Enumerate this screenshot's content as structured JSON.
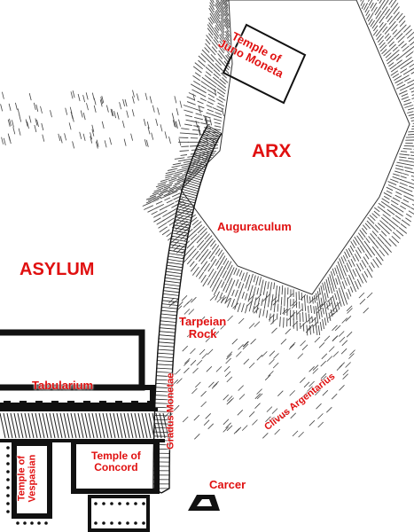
{
  "colors": {
    "label": "#e01010",
    "ink": "#111111",
    "hachure": "#444444",
    "background": "#ffffff"
  },
  "labels": {
    "temple_juno_line1": "Temple of",
    "temple_juno_line2": "Juno Moneta",
    "arx": "ARX",
    "auguraculum": "Auguraculum",
    "asylum": "ASYLUM",
    "tarpeian_line1": "Tarpeian",
    "tarpeian_line2": "Rock",
    "tabularium": "Tabularium",
    "clivus": "Clivus Argentarius",
    "gradus": "Gradus Monetae",
    "temple_concord_line1": "Temple of",
    "temple_concord_line2": "Concord",
    "temple_vespasian_line1": "Temple of",
    "temple_vespasian_line2": "Vespasian",
    "carcer": "Carcer"
  }
}
